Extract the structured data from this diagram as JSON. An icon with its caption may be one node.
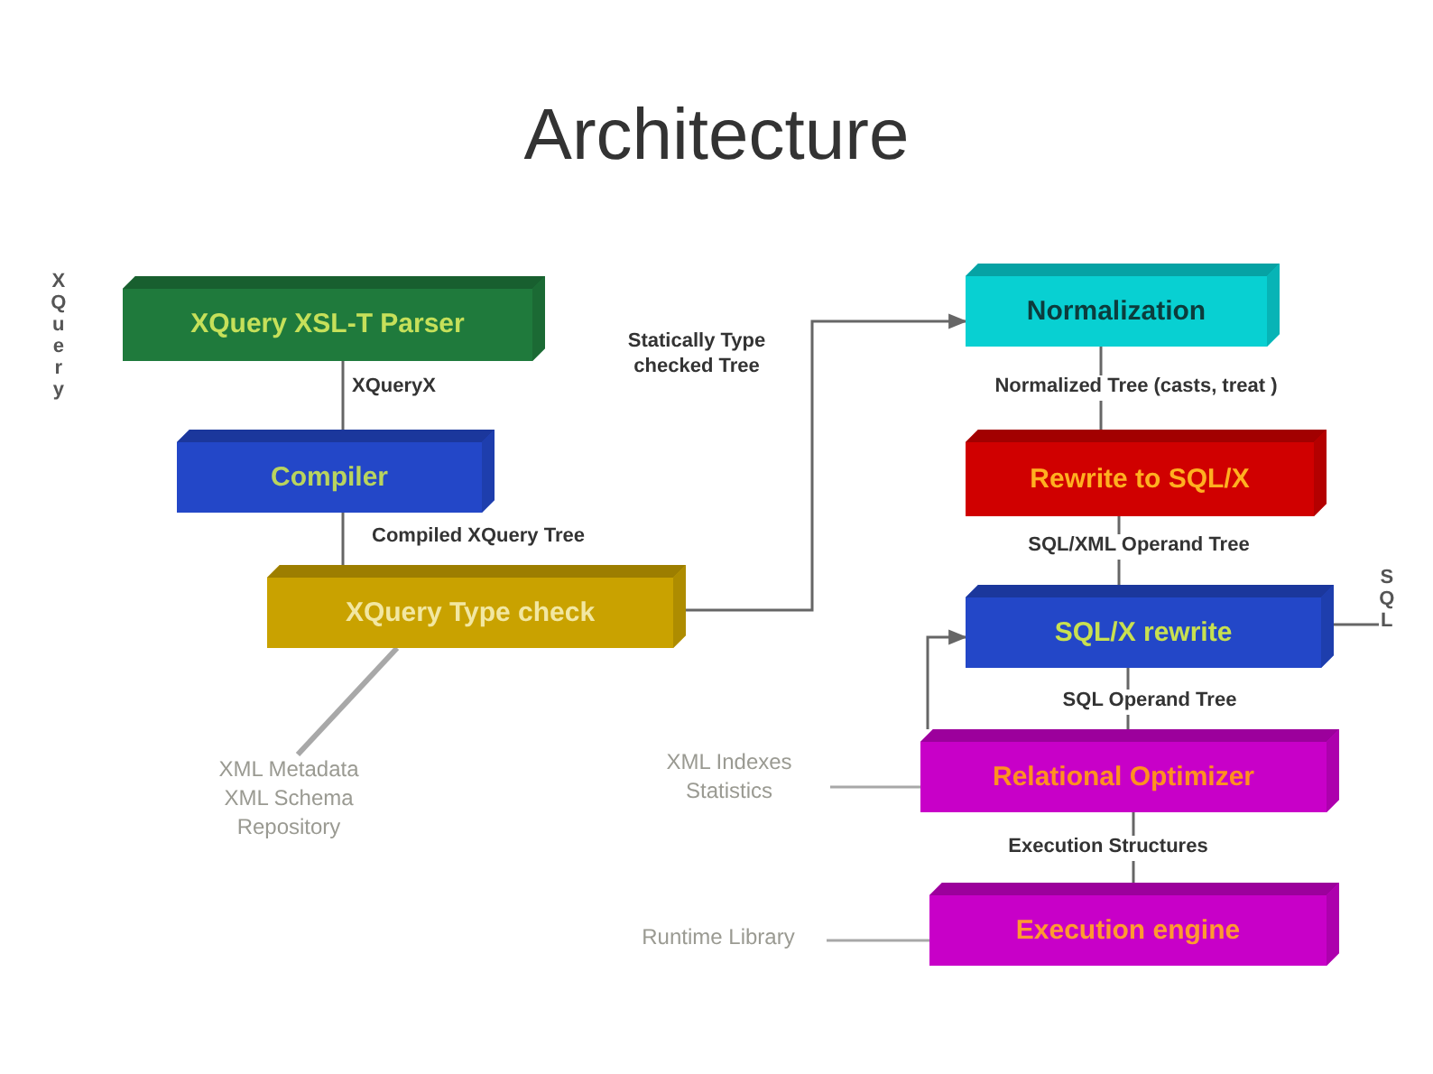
{
  "diagram": {
    "title": "Architecture",
    "nodes": [
      {
        "text": [
          "XQuery XSL-T Parser"
        ]
      },
      {
        "text": [
          "Compiler"
        ]
      },
      {
        "text": [
          "XQuery Type check"
        ]
      },
      {
        "text": [
          "Normalization"
        ]
      },
      {
        "text": [
          "Rewrite to SQL/X"
        ]
      },
      {
        "text": [
          "SQL/X rewrite"
        ]
      },
      {
        "text": [
          "Relational Optimizer"
        ]
      },
      {
        "text": [
          "Execution engine"
        ]
      },
      {
        "text": [
          "XML Metadata XML Schema Repository"
        ]
      },
      {
        "text": [
          "XML Indexes Statistics"
        ]
      },
      {
        "text": [
          "Runtime Library"
        ]
      },
      {
        "text": [
          "SQL"
        ]
      }
    ],
    "edges": [
      {
        "from": 0,
        "to": 1,
        "arrow": "none",
        "label": "XQueryX"
      },
      {
        "from": 1,
        "to": 2,
        "arrow": "none",
        "label": "Compiled XQuery Tree"
      },
      {
        "from": 2,
        "to": 3,
        "arrow": "to",
        "label": "Statically Type checked Tree"
      },
      {
        "from": 3,
        "to": 4,
        "arrow": "none",
        "label": "Normalized Tree (casts, treat )"
      },
      {
        "from": 4,
        "to": 5,
        "arrow": "none",
        "label": "SQL/XML Operand Tree"
      },
      {
        "from": 5,
        "to": 6,
        "arrow": "none",
        "label": "SQL Operand Tree"
      },
      {
        "from": 6,
        "to": 5,
        "arrow": "to"
      },
      {
        "from": 6,
        "to": 7,
        "arrow": "none",
        "label": "Execution Structures"
      },
      {
        "from": 8,
        "to": 2,
        "arrow": "none",
        "color": "#a8a8a8",
        "style": "thick"
      },
      {
        "from": 9,
        "to": 6,
        "arrow": "none",
        "color": "#a8a8a8"
      },
      {
        "from": 10,
        "to": 7,
        "arrow": "none",
        "color": "#a8a8a8"
      },
      {
        "from": 5,
        "to": 11,
        "arrow": "none"
      }
    ],
    "labels": [
      "XQuery"
    ]
  }
}
